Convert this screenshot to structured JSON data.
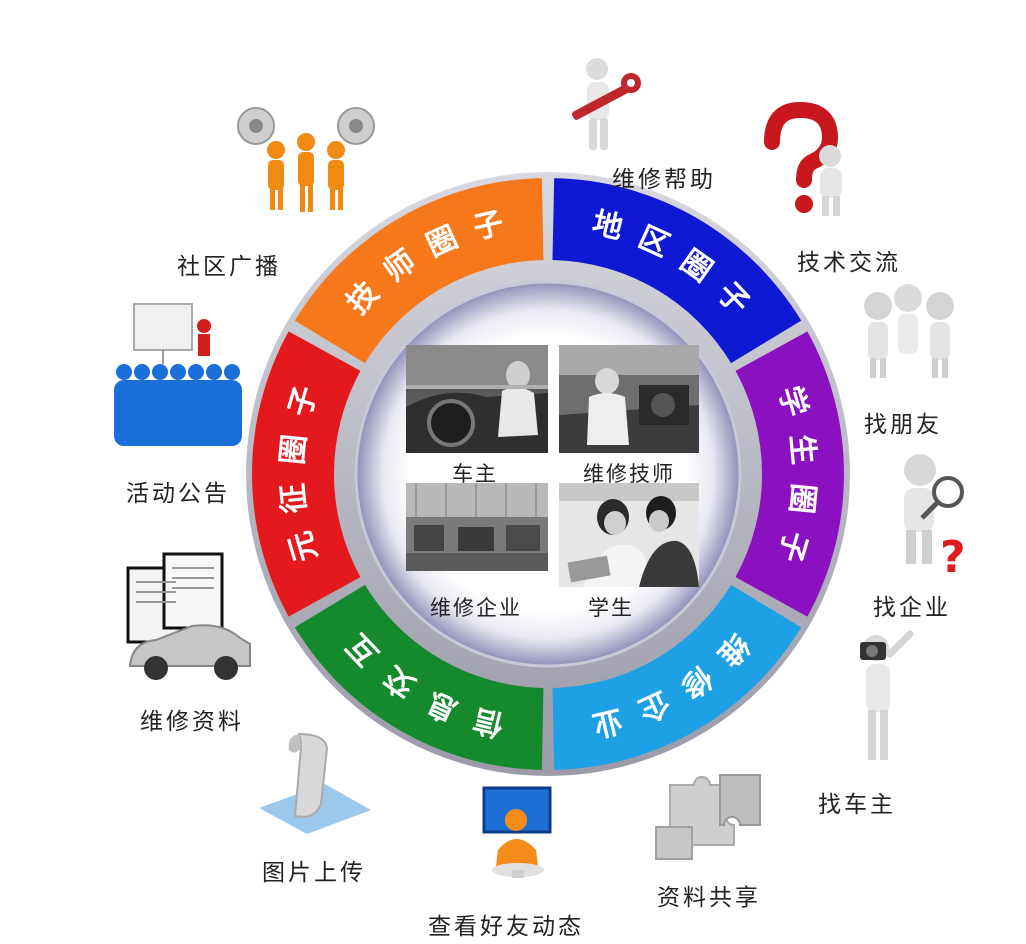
{
  "segments": [
    {
      "id": "yuanzheng",
      "label": "元征圈子",
      "color": "#e4191d"
    },
    {
      "id": "jishi",
      "label": "技师圈子",
      "color": "#f7781b"
    },
    {
      "id": "diqu",
      "label": "地区圈子",
      "color": "#0f18d2"
    },
    {
      "id": "xuesheng",
      "label": "学生圈子",
      "color": "#8b10c0"
    },
    {
      "id": "weixiu",
      "label": "维修企业",
      "color": "#1da0e4"
    },
    {
      "id": "xinxi",
      "label": "信息交互",
      "color": "#148a2c"
    }
  ],
  "center": [
    {
      "id": "chezhu",
      "label": "车主"
    },
    {
      "id": "jishi",
      "label": "维修技师"
    },
    {
      "id": "qiye",
      "label": "维修企业"
    },
    {
      "id": "student",
      "label": "学生"
    }
  ],
  "outer": [
    {
      "id": "repair-help",
      "label": "维修帮助",
      "icon": "wrench-figure-icon"
    },
    {
      "id": "tech-exchange",
      "label": "技术交流",
      "icon": "question-mark-figure-icon"
    },
    {
      "id": "find-friends",
      "label": "找朋友",
      "icon": "group-figures-icon"
    },
    {
      "id": "find-company",
      "label": "找企业",
      "icon": "magnifier-figure-icon"
    },
    {
      "id": "find-owner",
      "label": "找车主",
      "icon": "camera-figure-icon"
    },
    {
      "id": "share-docs",
      "label": "资料共享",
      "icon": "puzzle-pieces-icon"
    },
    {
      "id": "friend-news",
      "label": "查看好友动态",
      "icon": "computer-figure-icon"
    },
    {
      "id": "upload-photo",
      "label": "图片上传",
      "icon": "photo-upload-icon"
    },
    {
      "id": "repair-docs",
      "label": "维修资料",
      "icon": "documents-car-icon"
    },
    {
      "id": "announcements",
      "label": "活动公告",
      "icon": "presentation-crowd-icon"
    },
    {
      "id": "broadcast",
      "label": "社区广播",
      "icon": "megaphone-figures-icon"
    }
  ]
}
